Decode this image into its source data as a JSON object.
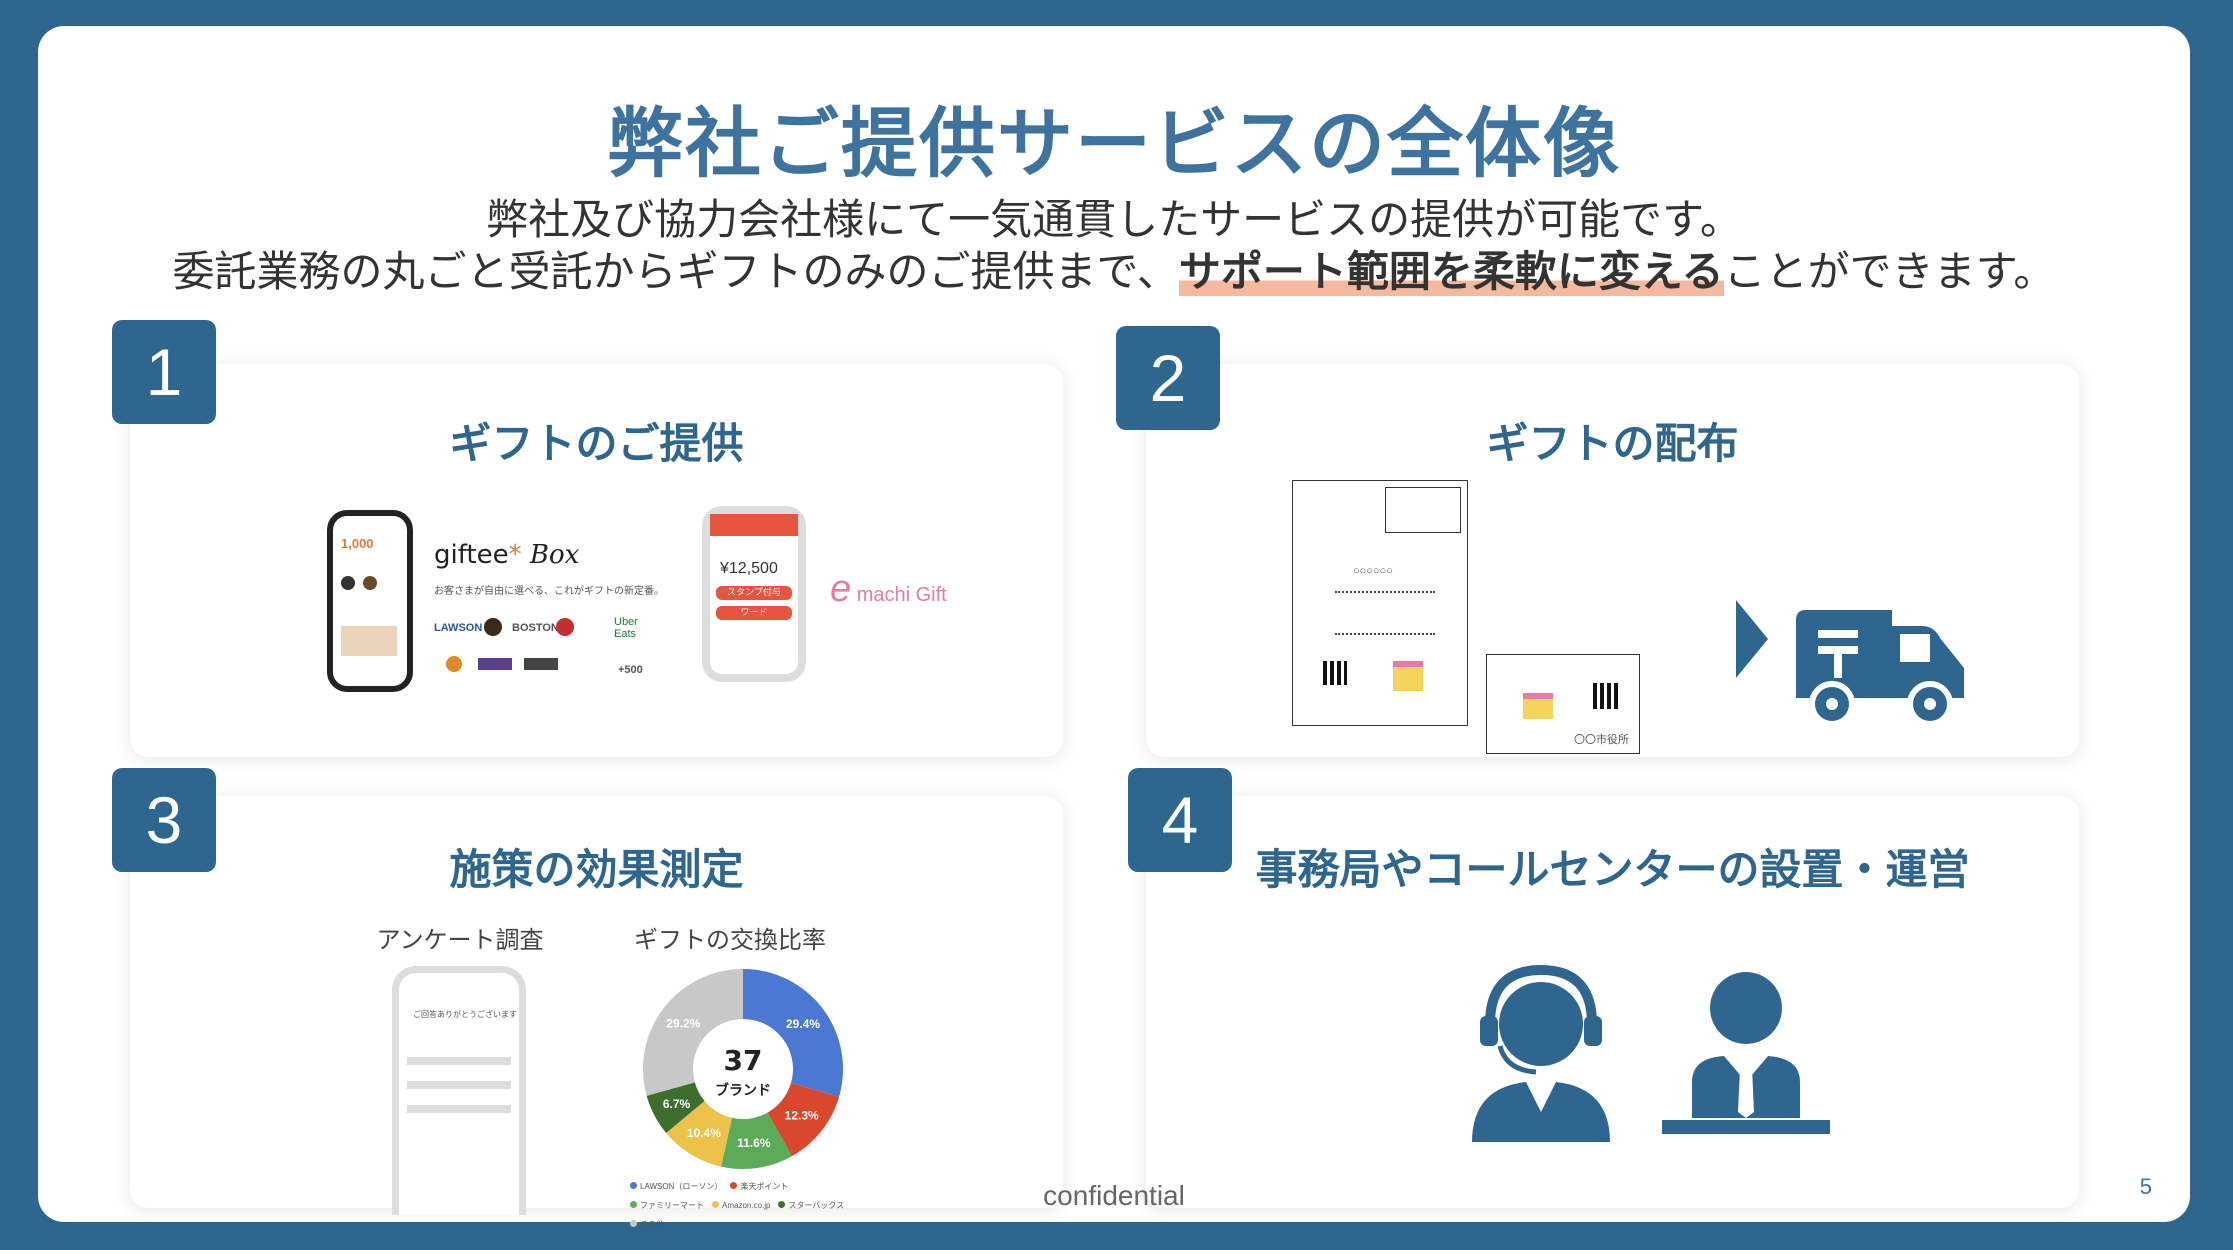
{
  "header": {
    "title": "弊社ご提供サービスの全体像",
    "subtitle_line1": "弊社及び協力会社様にて一気通貫したサービスの提供が可能です。",
    "subtitle_line2_pre": "委託業務の丸ごと受託からギフトのみのご提供まで、",
    "subtitle_line2_highlight": "サポート範囲を柔軟に変える",
    "subtitle_line2_post": "ことができます。"
  },
  "cards": [
    {
      "number": "1",
      "title": "ギフトのご提供",
      "giftee_logo": "giftee",
      "giftee_logo_suffix": "Box",
      "giftee_caption": "お客さまが自由に選べる、これがギフトの新定番。",
      "phone_balance": "1,000",
      "phone2_amount": "¥12,500",
      "phone2_btn1": "スタンプ付与",
      "phone2_btn2": "ワード",
      "brands": [
        "LAWSON",
        "BOSTON",
        "Uber Eats",
        "+500"
      ],
      "emachi_logo": "machi Gift"
    },
    {
      "number": "2",
      "title": "ギフトの配布",
      "envelope_circles": "○○○○○○",
      "small_card_text": "〇〇市役所"
    },
    {
      "number": "3",
      "title": "施策の効果測定",
      "survey_label": "アンケート調査",
      "chart_label": "ギフトの交換比率",
      "survey_heading": "ご回答ありがとうございます"
    },
    {
      "number": "4",
      "title": "事務局やコールセンターの設置・運営"
    }
  ],
  "chart_data": {
    "type": "pie",
    "title": "ギフトの交換比率",
    "center_value": "37",
    "center_label": "ブランド",
    "slices": [
      {
        "label": "LAWSON（ローソン）",
        "value": 29.4,
        "color": "#4a78d3"
      },
      {
        "label": "楽天ポイント",
        "value": 12.3,
        "color": "#d9472d"
      },
      {
        "label": "ファミリーマート",
        "value": 11.6,
        "color": "#5bab5b"
      },
      {
        "label": "Amazon.co.jp",
        "value": 10.4,
        "color": "#ecc24a"
      },
      {
        "label": "スターバックス",
        "value": 6.7,
        "color": "#3e6e2e"
      },
      {
        "label": "その他",
        "value": 29.2,
        "color": "#c8c8c8"
      }
    ],
    "data_labels": [
      "29.4%",
      "12.3%",
      "11.6%",
      "10.4%",
      "6.7%",
      "29.2%"
    ]
  },
  "footer": {
    "confidential": "confidential",
    "page_number": "5"
  },
  "colors": {
    "primary": "#2f6690",
    "title": "#3e73a0",
    "highlight": "#f4b99f"
  }
}
